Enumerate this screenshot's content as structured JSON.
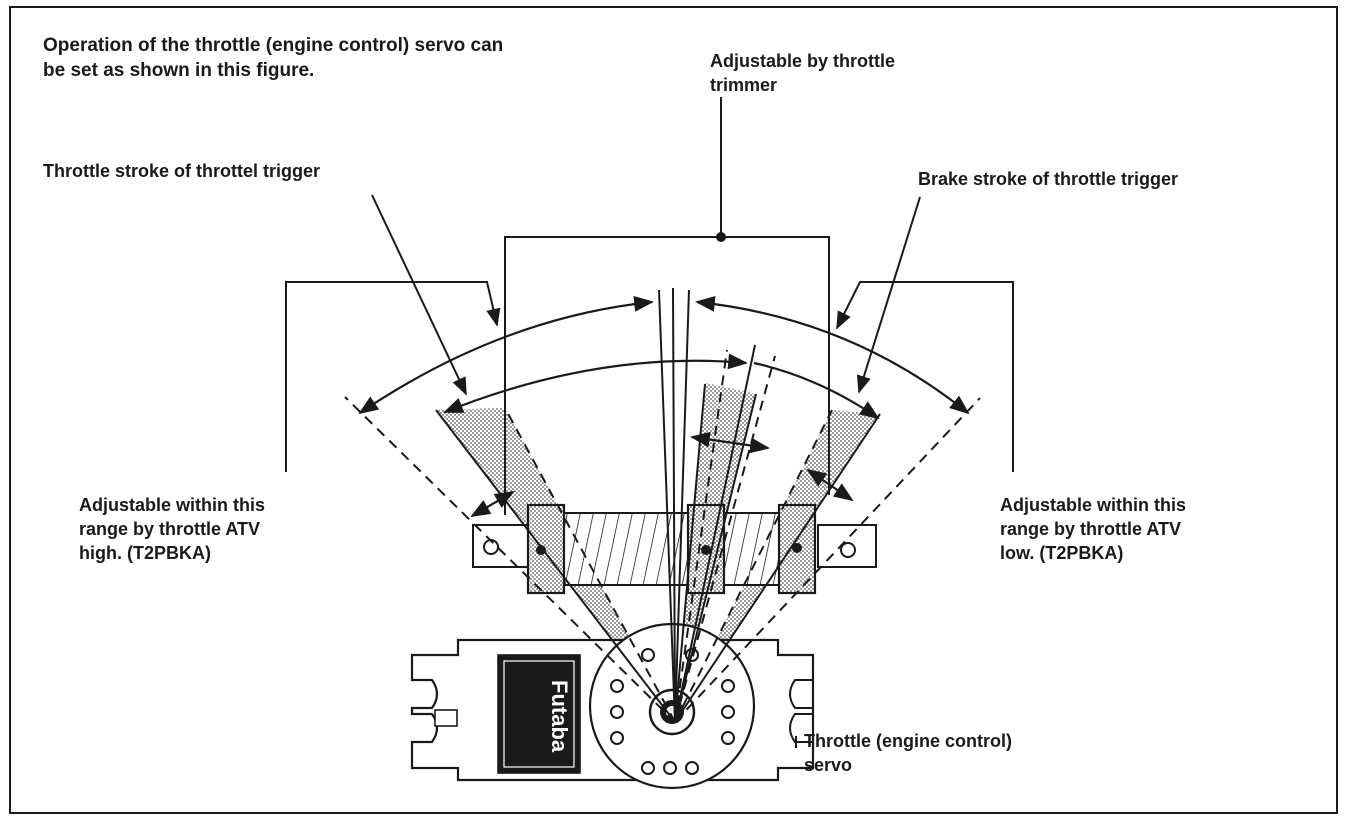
{
  "intro": {
    "line1": "Operation of the throttle (engine control) servo can",
    "line2": "be set as shown in this figure."
  },
  "labels": {
    "trimmer": {
      "line1": "Adjustable by throttle",
      "line2": "trimmer"
    },
    "throttle_stroke": "Throttle stroke of throttel trigger",
    "brake_stroke": "Brake stroke of throttle trigger",
    "atv_high": {
      "line1": "Adjustable within this",
      "line2": "range by throttle ATV",
      "line3": "high. (T2PBKA)"
    },
    "atv_low": {
      "line1": "Adjustable within this",
      "line2": "range by throttle ATV",
      "line3": "low. (T2PBKA)"
    },
    "servo": {
      "line1": "Throttle (engine control)",
      "line2": "servo"
    }
  },
  "servo_brand": "Futaba",
  "colors": {
    "ink": "#1a1a1a",
    "shade": "#bdbdbd",
    "paper": "#ffffff"
  }
}
